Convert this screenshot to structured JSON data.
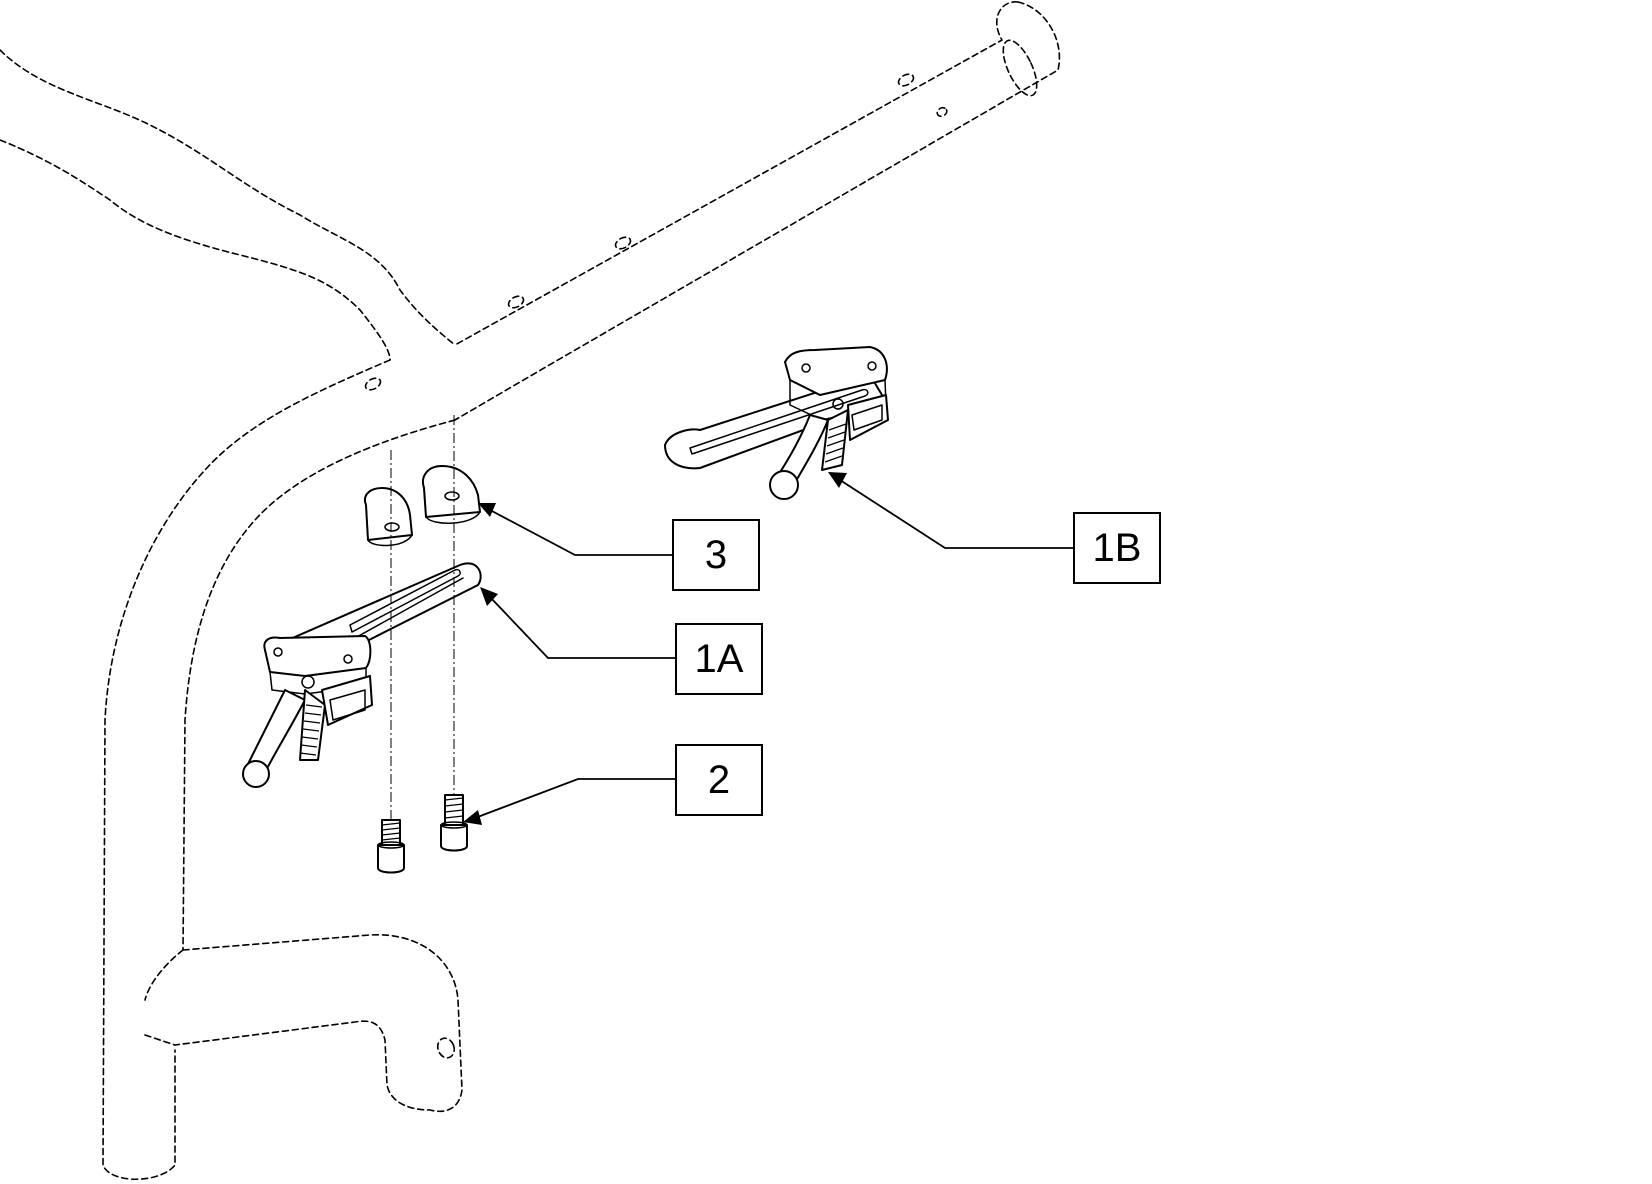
{
  "callouts": {
    "item_3": "3",
    "item_1b": "1B",
    "item_1a": "1A",
    "item_2": "2"
  },
  "colors": {
    "line": "#000000",
    "background": "#ffffff"
  }
}
